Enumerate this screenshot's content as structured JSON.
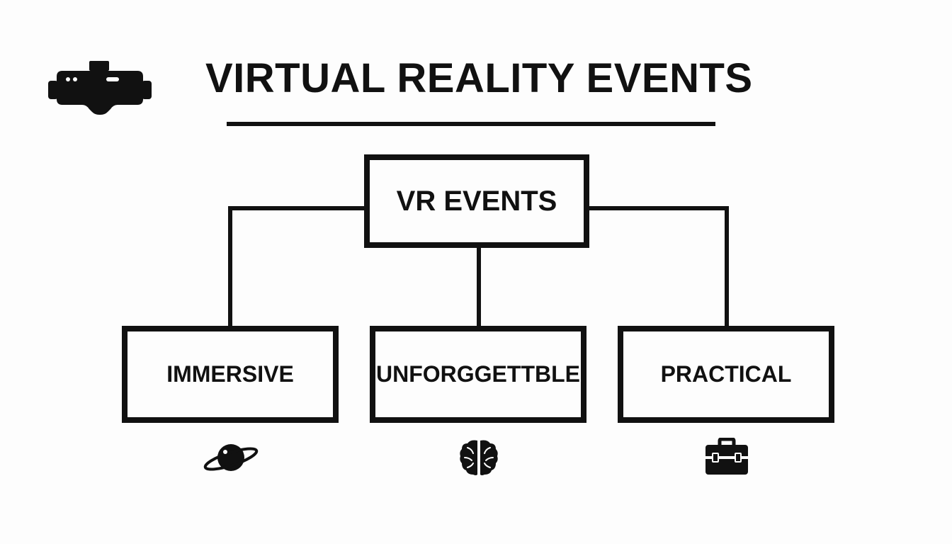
{
  "header": {
    "title": "VIRTUAL REALITY EVENTS",
    "icon": "vr-headset-icon"
  },
  "diagram": {
    "root": {
      "label": "VR EVENTS"
    },
    "children": [
      {
        "label": "IMMERSIVE",
        "icon": "planet-icon"
      },
      {
        "label": "UNFORGGETTBLE",
        "icon": "brain-icon"
      },
      {
        "label": "PRACTICAL",
        "icon": "toolbox-icon"
      }
    ]
  },
  "colors": {
    "ink": "#111111",
    "background": "#fdfdfd"
  }
}
